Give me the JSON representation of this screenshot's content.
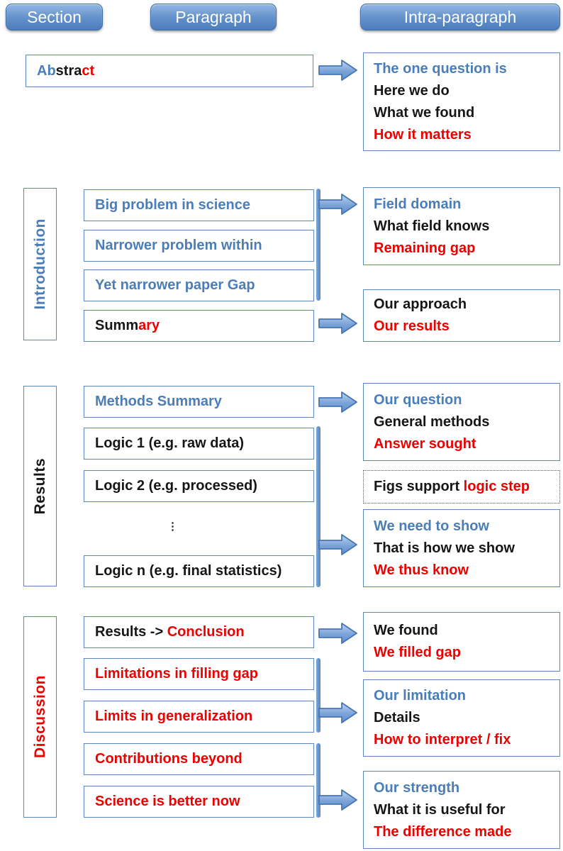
{
  "palette": {
    "blue": "#4b7db8",
    "red": "#ec0000",
    "black": "#161616"
  },
  "header_buttons": [
    {
      "label": "Section"
    },
    {
      "label": "Paragraph"
    },
    {
      "label": "Intra-paragraph"
    }
  ],
  "abstract": {
    "section_box": {
      "segments": [
        {
          "text": "Ab",
          "color": "blue"
        },
        {
          "text": "stra",
          "color": "black"
        },
        {
          "text": "ct",
          "color": "red"
        }
      ]
    },
    "intra_box": {
      "lines": [
        {
          "text": "The one question is",
          "color": "blue"
        },
        {
          "text": "Here we do",
          "color": "black"
        },
        {
          "text": "What we found",
          "color": "black"
        },
        {
          "text": "How it matters",
          "color": "red"
        }
      ]
    }
  },
  "introduction": {
    "label": {
      "text": "Introduction",
      "color": "blue"
    },
    "paragraphs": [
      {
        "segments": [
          {
            "text": "Big problem in science",
            "color": "blue"
          }
        ]
      },
      {
        "segments": [
          {
            "text": "Narrower problem within",
            "color": "blue"
          }
        ]
      },
      {
        "segments": [
          {
            "text": "Yet narrower paper Gap",
            "color": "blue"
          }
        ]
      },
      {
        "segments": [
          {
            "text": "Summ",
            "color": "black"
          },
          {
            "text": "ary",
            "color": "red"
          }
        ]
      }
    ],
    "intra_boxes": [
      {
        "lines": [
          {
            "text": "Field domain",
            "color": "blue"
          },
          {
            "text": "What field knows",
            "color": "black"
          },
          {
            "text": "Remaining gap",
            "color": "red"
          }
        ]
      },
      {
        "lines": [
          {
            "text": "Our approach",
            "color": "black"
          },
          {
            "text": "Our results",
            "color": "red"
          }
        ]
      }
    ]
  },
  "results": {
    "label": {
      "text": "Results",
      "color": "black"
    },
    "ellipsis": "⋮",
    "paragraphs": [
      {
        "segments": [
          {
            "text": "Methods Summary",
            "color": "blue"
          }
        ]
      },
      {
        "segments": [
          {
            "text": "Logic 1 (e.g. raw data)",
            "color": "black"
          }
        ]
      },
      {
        "segments": [
          {
            "text": "Logic 2 (e.g. processed)",
            "color": "black"
          }
        ]
      },
      {
        "segments": [
          {
            "text": "Logic n (e.g. final statistics)",
            "color": "black"
          }
        ]
      }
    ],
    "intra_boxes": [
      {
        "lines": [
          {
            "text": "Our question",
            "color": "blue"
          },
          {
            "text": "General methods",
            "color": "black"
          },
          {
            "text": "Answer sought",
            "color": "red"
          }
        ]
      },
      {
        "segments": [
          {
            "text": "Figs support ",
            "color": "black"
          },
          {
            "text": "logic step",
            "color": "red"
          }
        ]
      },
      {
        "lines": [
          {
            "text": "We need to show",
            "color": "blue"
          },
          {
            "text": "That is how we show",
            "color": "black"
          },
          {
            "text": "We thus know",
            "color": "red"
          }
        ]
      }
    ]
  },
  "discussion": {
    "label": {
      "text": "Discussion",
      "color": "red"
    },
    "paragraphs": [
      {
        "segments": [
          {
            "text": "Results -> ",
            "color": "black"
          },
          {
            "text": "Conclusion",
            "color": "red"
          }
        ]
      },
      {
        "segments": [
          {
            "text": "Limitations in filling gap",
            "color": "red"
          }
        ]
      },
      {
        "segments": [
          {
            "text": "Limits in generalization",
            "color": "red"
          }
        ]
      },
      {
        "segments": [
          {
            "text": "Contributions beyond",
            "color": "red"
          }
        ]
      },
      {
        "segments": [
          {
            "text": "Science is better now",
            "color": "red"
          }
        ]
      }
    ],
    "intra_boxes": [
      {
        "lines": [
          {
            "text": "We found",
            "color": "black"
          },
          {
            "text": "We filled gap",
            "color": "red"
          }
        ]
      },
      {
        "lines": [
          {
            "text": "Our limitation",
            "color": "blue"
          },
          {
            "text": "Details",
            "color": "black"
          },
          {
            "text": "How to interpret / fix",
            "color": "red"
          }
        ]
      },
      {
        "lines": [
          {
            "text": "Our strength",
            "color": "blue"
          },
          {
            "text": "What it is useful for",
            "color": "black"
          },
          {
            "text": "The difference made",
            "color": "red"
          }
        ]
      }
    ]
  }
}
